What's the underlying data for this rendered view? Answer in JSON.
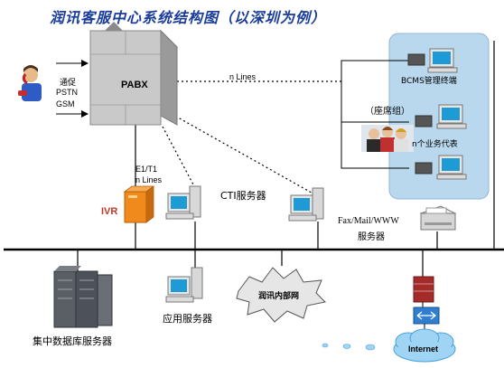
{
  "title": "润讯客服中心系统结构图（以深圳为例）",
  "input": {
    "line1": "通促",
    "line2": "PSTN",
    "line3": "GSM"
  },
  "pabx_label": "PABX",
  "n_lines_top": "n Lines",
  "trunk": {
    "line1": "E1/T1",
    "line2": "n Lines"
  },
  "ivr_label": "IVR",
  "cti_label": "CTI服务器",
  "bcms_label": "BCMS管理终端",
  "seat_group_label": "（座席组）",
  "agents_label": "n个业务代表",
  "fax": {
    "line1": "Fax/Mail/WWW",
    "line2": "服务器"
  },
  "app_server_label": "应用服务器",
  "db_server_label": "集中数据库服务器",
  "intranet_label": "润讯内部网",
  "internet_label": "Internet",
  "colors": {
    "title": "#1a3c9a",
    "panel": "#b9d8ee",
    "pabx": "#c9c9c9",
    "ivr": "#f08a1c",
    "bus": "#000000"
  }
}
